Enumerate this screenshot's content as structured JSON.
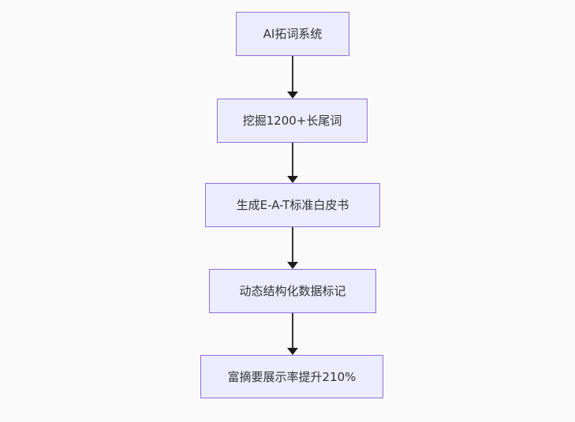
{
  "diagram": {
    "type": "flowchart",
    "direction": "top-down",
    "nodes": [
      {
        "label": "AI拓词系统"
      },
      {
        "label": "挖掘1200+长尾词"
      },
      {
        "label": "生成E-A-T标准白皮书"
      },
      {
        "label": "动态结构化数据标记"
      },
      {
        "label": "富摘要展示率提升210%"
      }
    ],
    "edges": [
      {
        "from": 0,
        "to": 1
      },
      {
        "from": 1,
        "to": 2
      },
      {
        "from": 2,
        "to": 3
      },
      {
        "from": 3,
        "to": 4
      }
    ],
    "colors": {
      "background": "#fafafa",
      "node_fill": "#ECECFF",
      "node_border": "#9370DB",
      "node_text": "#333333",
      "arrow": "#333333"
    }
  }
}
